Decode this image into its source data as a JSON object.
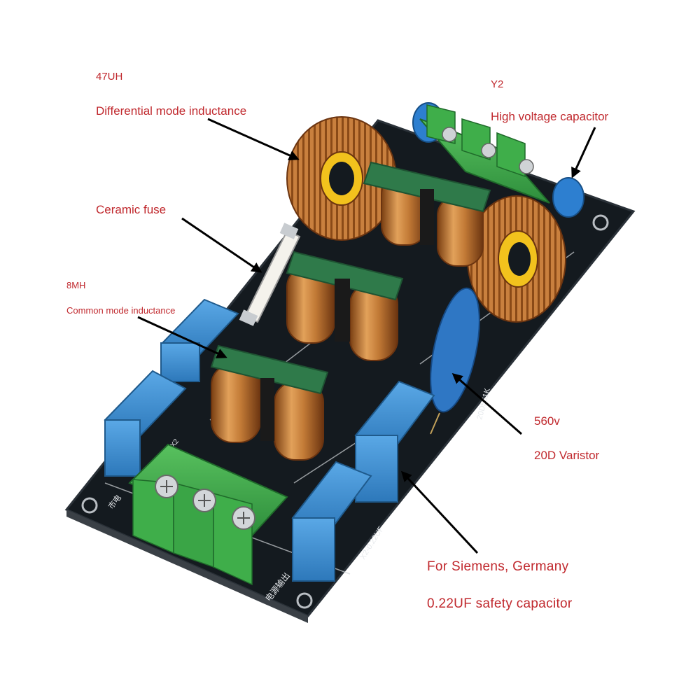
{
  "labels": {
    "diff_value": "47UH",
    "diff_name": "Differential mode inductance",
    "y2_value": "Y2",
    "y2_name": "High voltage capacitor",
    "fuse_name": "Ceramic fuse",
    "cm_value": "8MH",
    "cm_name": "Common mode inductance",
    "varistor_value": "560v",
    "varistor_name": "20D Varistor",
    "safety_brand": "For Siemens, Germany",
    "safety_name": "0.22UF safety capacitor"
  },
  "board_markings": {
    "capacitor_code": "X2-0.22UF",
    "varistor_code": "20D561K",
    "silk_left": "市电",
    "silk_right": "电源输出",
    "cap_tag": "X2"
  },
  "colors": {
    "label_text": "#c0282d",
    "pcb": "#151a1e",
    "copper": "#c9803e",
    "terminal_green": "#3fae4a",
    "x2_blue": "#3d8fcf",
    "cm_choke_band": "#2f7a4a",
    "toroid_core": "#f2c21d",
    "varistor_blue": "#2f77c4",
    "y2_blue": "#2d7fd0"
  }
}
